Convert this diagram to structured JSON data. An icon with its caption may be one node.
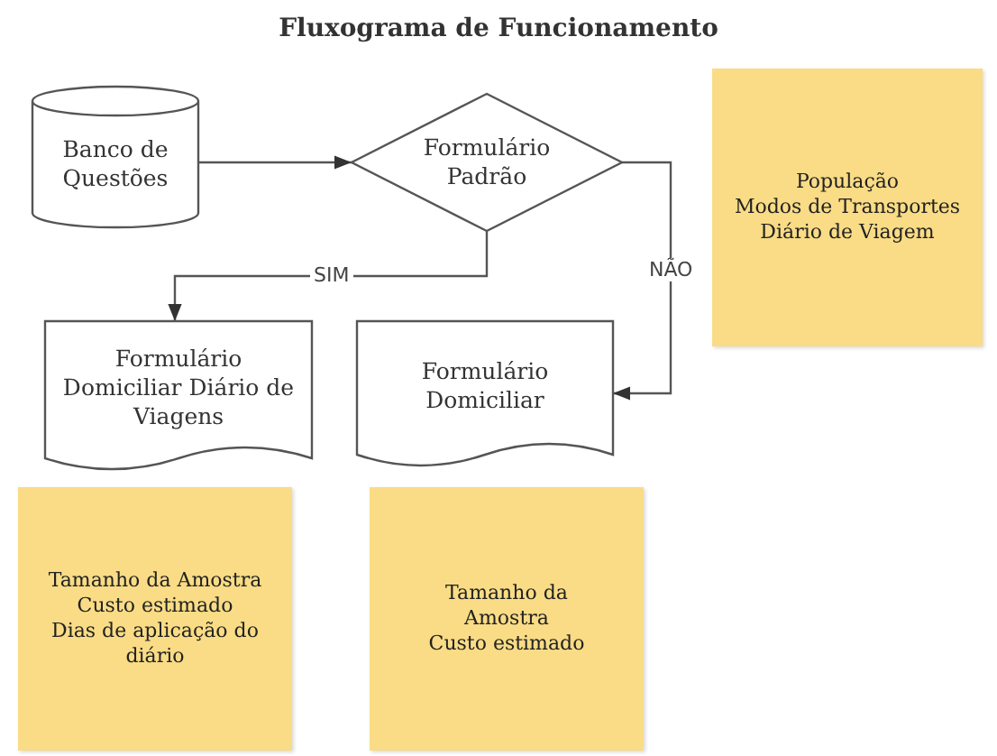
{
  "diagram": {
    "title": "Fluxograma de Funcionamento",
    "nodes": [
      {
        "text": [
          "Banco de Questões"
        ]
      },
      {
        "text": [
          "Formulário Padrão"
        ]
      },
      {
        "text": [
          "População",
          "Modos de Transportes",
          "Diário de Viagem"
        ]
      },
      {
        "text": [
          "Formulário Domiciliar Diário de Viagens"
        ]
      },
      {
        "text": [
          "Formulário Domiciliar"
        ]
      },
      {
        "text": [
          "Tamanho da Amostra",
          "Custo estimado",
          "Dias de aplicação do diário"
        ]
      },
      {
        "text": [
          "Tamanho da Amostra",
          "Custo estimado"
        ]
      }
    ],
    "edges": [
      {
        "from": 0,
        "to": 1,
        "arrow": "to"
      },
      {
        "from": 1,
        "to": 3,
        "arrow": "to",
        "label": "SIM"
      },
      {
        "from": 1,
        "to": 4,
        "arrow": "to",
        "label": "NÃO"
      }
    ]
  }
}
